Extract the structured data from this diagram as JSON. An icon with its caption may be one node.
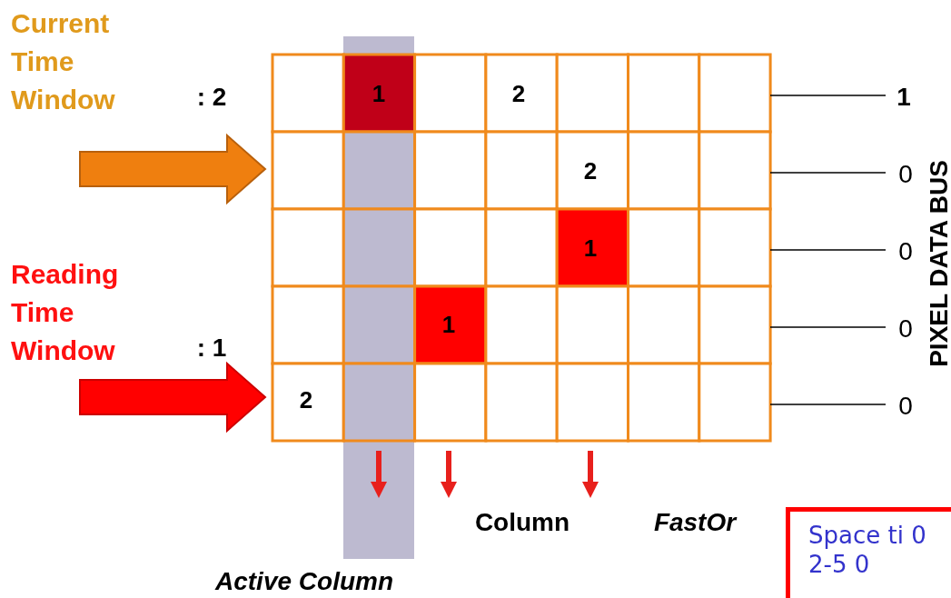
{
  "diagram": {
    "nodes": [
      {
        "text": [
          "Space ti 0 2-5 0"
        ]
      }
    ],
    "labels": [
      "Current Time Window",
      ": 2",
      "1",
      "2",
      "1",
      "PIXEL DATA BUS",
      "2",
      "0",
      "1",
      "0",
      "Reading Time Window",
      ": 1",
      "1",
      "0",
      "2",
      "0",
      "Column",
      "FastOr",
      "Active Column"
    ]
  }
}
